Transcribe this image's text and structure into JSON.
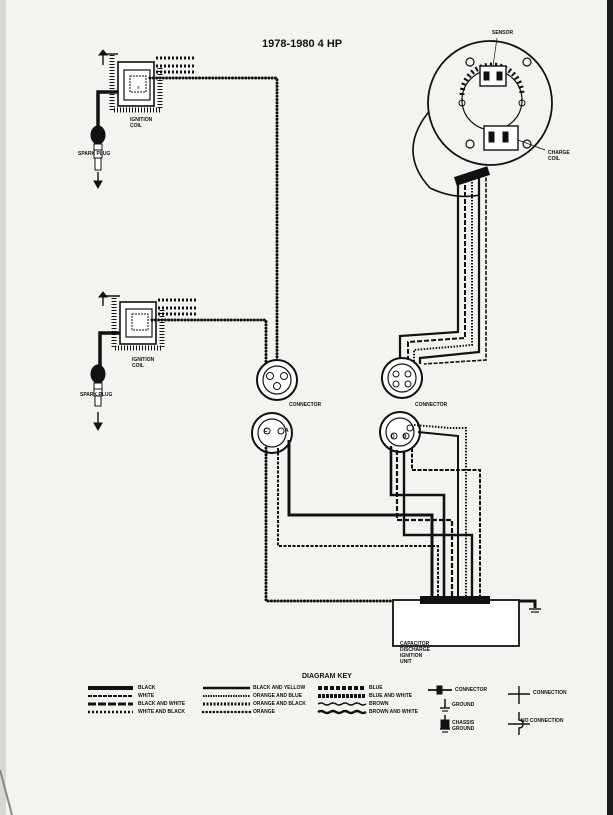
{
  "title": "1978-1980 4 HP",
  "labels": {
    "sensor": "SENSOR",
    "charge_coil": "CHARGE COIL",
    "ignition_coil_top": "IGNITION COIL",
    "ignition_coil_bottom": "IGNITION COIL",
    "spark_plug_top": "SPARK PLUG",
    "spark_plug_bottom": "SPARK PLUG",
    "connector_left": "CONNECTOR",
    "connector_right": "CONNECTOR",
    "cd_unit": "CAPACITOR DISCHARGE IGNITION UNIT",
    "terminal_c": "C",
    "terminal_a": "A",
    "terminal_d": "D",
    "terminal_b": "B"
  },
  "key": {
    "title": "DIAGRAM KEY",
    "items": [
      {
        "label": "BLACK"
      },
      {
        "label": "WHITE"
      },
      {
        "label": "BLACK AND WHITE"
      },
      {
        "label": "WHITE AND BLACK"
      },
      {
        "label": "BLACK AND YELLOW"
      },
      {
        "label": "ORANGE AND BLUE"
      },
      {
        "label": "ORANGE AND BLACK"
      },
      {
        "label": "ORANGE"
      },
      {
        "label": "BLUE"
      },
      {
        "label": "BLUE AND WHITE"
      },
      {
        "label": "BROWN"
      },
      {
        "label": "BROWN AND WHITE"
      },
      {
        "label": "CONNECTOR"
      },
      {
        "label": "GROUND"
      },
      {
        "label": "CHASSIS GROUND"
      },
      {
        "label": "CONNECTION"
      },
      {
        "label": "NO CONNECTION"
      }
    ]
  },
  "colors": {
    "ink": "#111111",
    "paper": "#f4f3ef"
  }
}
